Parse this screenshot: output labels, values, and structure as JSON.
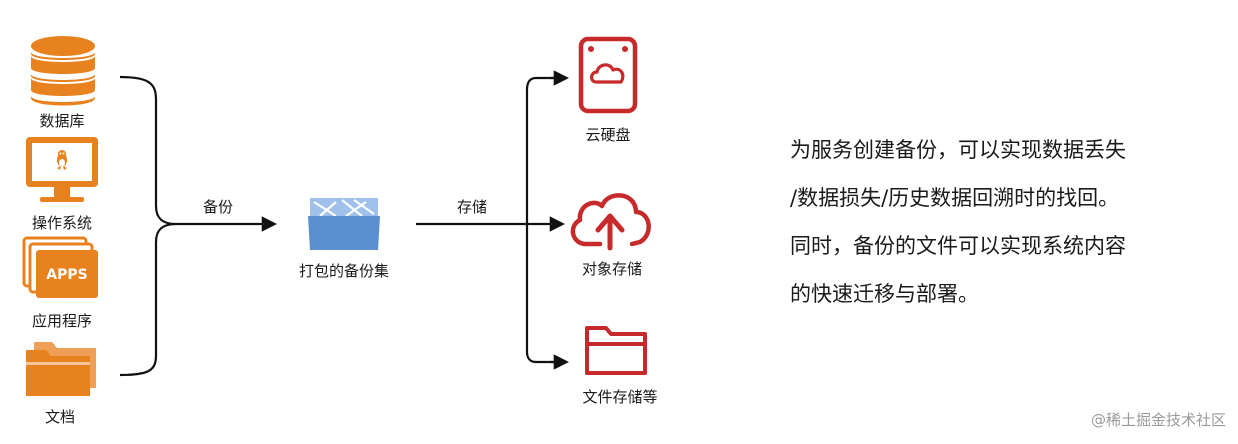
{
  "colors": {
    "source_orange": "#E8821E",
    "target_red": "#C72A2A",
    "package_blue": "#5B8FD0",
    "line": "#111111"
  },
  "sources": [
    {
      "label": "数据库",
      "icon": "database-icon"
    },
    {
      "label": "操作系统",
      "icon": "monitor-icon"
    },
    {
      "label": "应用程序",
      "icon": "apps-icon",
      "badge": "APPS"
    },
    {
      "label": "文档",
      "icon": "folder-icon"
    }
  ],
  "edges": {
    "backup_label": "备份",
    "store_label": "存储"
  },
  "package": {
    "label": "打包的备份集",
    "icon": "backup-box-icon"
  },
  "targets": [
    {
      "label": "云硬盘",
      "icon": "cloud-disk-icon"
    },
    {
      "label": "对象存储",
      "icon": "cloud-upload-icon"
    },
    {
      "label": "文件存储等",
      "icon": "file-folder-icon"
    }
  ],
  "description": {
    "lines": [
      "为服务创建备份，可以实现数据丢失",
      "/数据损失/历史数据回溯时的找回。",
      "同时，备份的文件可以实现系统内容",
      "的快速迁移与部署。"
    ]
  },
  "watermark": "@稀土掘金技术社区"
}
